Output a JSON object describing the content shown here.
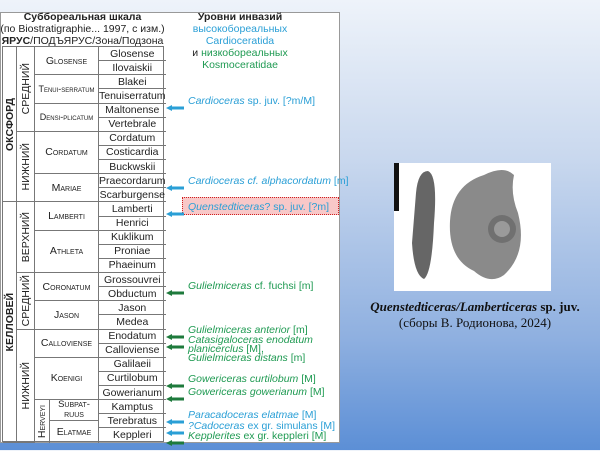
{
  "scale_header": {
    "line1": "Суббореальная шкала",
    "line2": "(по Biostratigraphie... 1997, с изм.)",
    "line3_bold": "ЯРУС",
    "line3_rest": "/ПОДЪЯРУС/Зона/Подзона"
  },
  "invasion_header": {
    "title": "Уровни инвазий",
    "line2": "высокобореальных",
    "line3": "Cardioceratida",
    "line4_and": "и",
    "line4_rest": "низкобореальных",
    "line5": "Kosmoceratidae"
  },
  "stages": [
    "ОКСФОРД",
    "КЕЛЛОВЕЙ"
  ],
  "substages": [
    "СРЕДНИЙ",
    "НИЖНИЙ",
    "ВЕРХНИЙ",
    "СРЕДНИЙ",
    "НИЖНИЙ"
  ],
  "zones": [
    "Glosense",
    "Tenui-serratum",
    "Densi-plicatum",
    "Cordatum",
    "Mariae",
    "Lamberti",
    "Athleta",
    "Coronatum",
    "Jason",
    "Calloviense",
    "Koenigi",
    "Subpat-ruus",
    "Elatmae"
  ],
  "herveyi": "Herveyi",
  "subzones": [
    "Glosense",
    "Ilovaiskii",
    "Blakei",
    "Tenuiserratum",
    "Maltonense",
    "Vertebrale",
    "Cordatum",
    "Costicardia",
    "Buckwskii",
    "Praecordarum",
    "Scarburgense",
    "Lamberti",
    "Henrici",
    "Kuklikum",
    "Proniae",
    "Phaeinum",
    "Grossouvrei",
    "Obductum",
    "Jason",
    "Medea",
    "Enodatum",
    "Calloviense",
    "Galilaeii",
    "Curtilobum",
    "Gowerianum",
    "Kamptus",
    "Terebratus",
    "Keppleri"
  ],
  "annotations": [
    {
      "genus": "Cardioceras",
      "rest": " sp. juv. [?m/M]"
    },
    {
      "genus": "Cardioceras cf. alphacordatum",
      "rest": " [m]"
    },
    {
      "genus": "Quenstedticeras",
      "rest": "? sp. juv. [?m]"
    },
    {
      "genus": "Gulielmiceras",
      "rest": " cf. fuchsi [m]"
    },
    {
      "genus": "Gulielmiceras anterior",
      "rest": " [m]"
    },
    {
      "genus": "Catasigaloceras enodatum",
      "rest": ""
    },
    {
      "genus": "planicerclus",
      "rest": " [M],"
    },
    {
      "genus": "Gulielmiceras distans",
      "rest": " [m]"
    },
    {
      "genus": "Gowericeras curtilobum",
      "rest": " [M]"
    },
    {
      "genus": "Gowericeras gowerianum",
      "rest": " [M]"
    },
    {
      "genus": "Paracadoceras elatmae",
      "rest": " [M]"
    },
    {
      "genus": "?Cadoceras",
      "rest": " ex gr. simulans [M]"
    },
    {
      "genus": "Kepplerites",
      "rest": " ex gr. keppleri [M]"
    }
  ],
  "caption": {
    "line1_italic": "Quenstedticeras/Lamberticeras",
    "line1_rest": " sp. juv.",
    "line2": "(сборы В. Родионова, 2024)"
  },
  "colors": {
    "boreal": "#2a9fd6",
    "subboreal": "#1f9a52",
    "highlight": "#f8c8c8"
  }
}
